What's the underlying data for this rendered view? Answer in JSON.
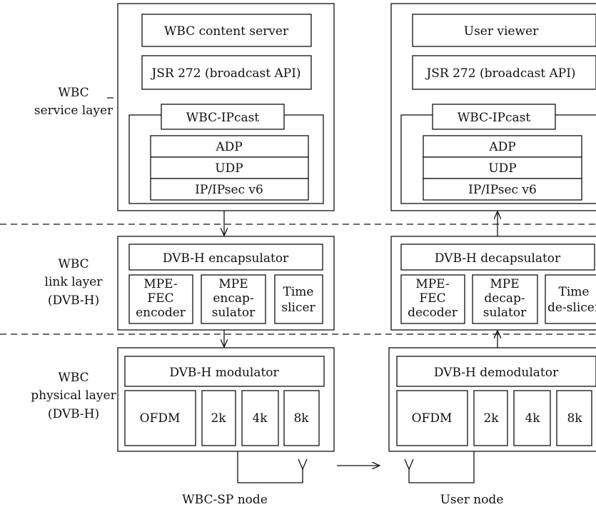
{
  "layers": {
    "service": [
      "WBC",
      "service layer"
    ],
    "link": [
      "WBC",
      "link layer",
      "(DVB-H)"
    ],
    "physical": [
      "WBC",
      "physical layer",
      "(DVB-H)"
    ]
  },
  "sp_node": {
    "app_top": "WBC content server",
    "api": "JSR 272 (broadcast API)",
    "ipcast": "WBC-IPcast",
    "adp": "ADP",
    "udp": "UDP",
    "ip": "IP/IPsec v6",
    "encap_title": "DVB-H encapsulator",
    "mpe_fec": [
      "MPE-",
      "FEC",
      "encoder"
    ],
    "mpe": [
      "MPE",
      "encap-",
      "sulator"
    ],
    "time": [
      "Time",
      "slicer"
    ],
    "mod_title": "DVB-H modulator",
    "ofdm": "OFDM",
    "k2": "2k",
    "k4": "4k",
    "k8": "8k",
    "caption": "WBC-SP node"
  },
  "user_node": {
    "app_top": "User viewer",
    "api": "JSR 272 (broadcast API)",
    "ipcast": "WBC-IPcast",
    "adp": "ADP",
    "udp": "UDP",
    "ip": "IP/IPsec v6",
    "decap_title": "DVB-H decapsulator",
    "mpe_fec": [
      "MPE-",
      "FEC",
      "decoder"
    ],
    "mpe": [
      "MPE",
      "decap-",
      "sulator"
    ],
    "time": [
      "Time",
      "de-slicer"
    ],
    "demod_title": "DVB-H demodulator",
    "ofdm": "OFDM",
    "k2": "2k",
    "k4": "4k",
    "k8": "8k",
    "caption": "User node"
  }
}
